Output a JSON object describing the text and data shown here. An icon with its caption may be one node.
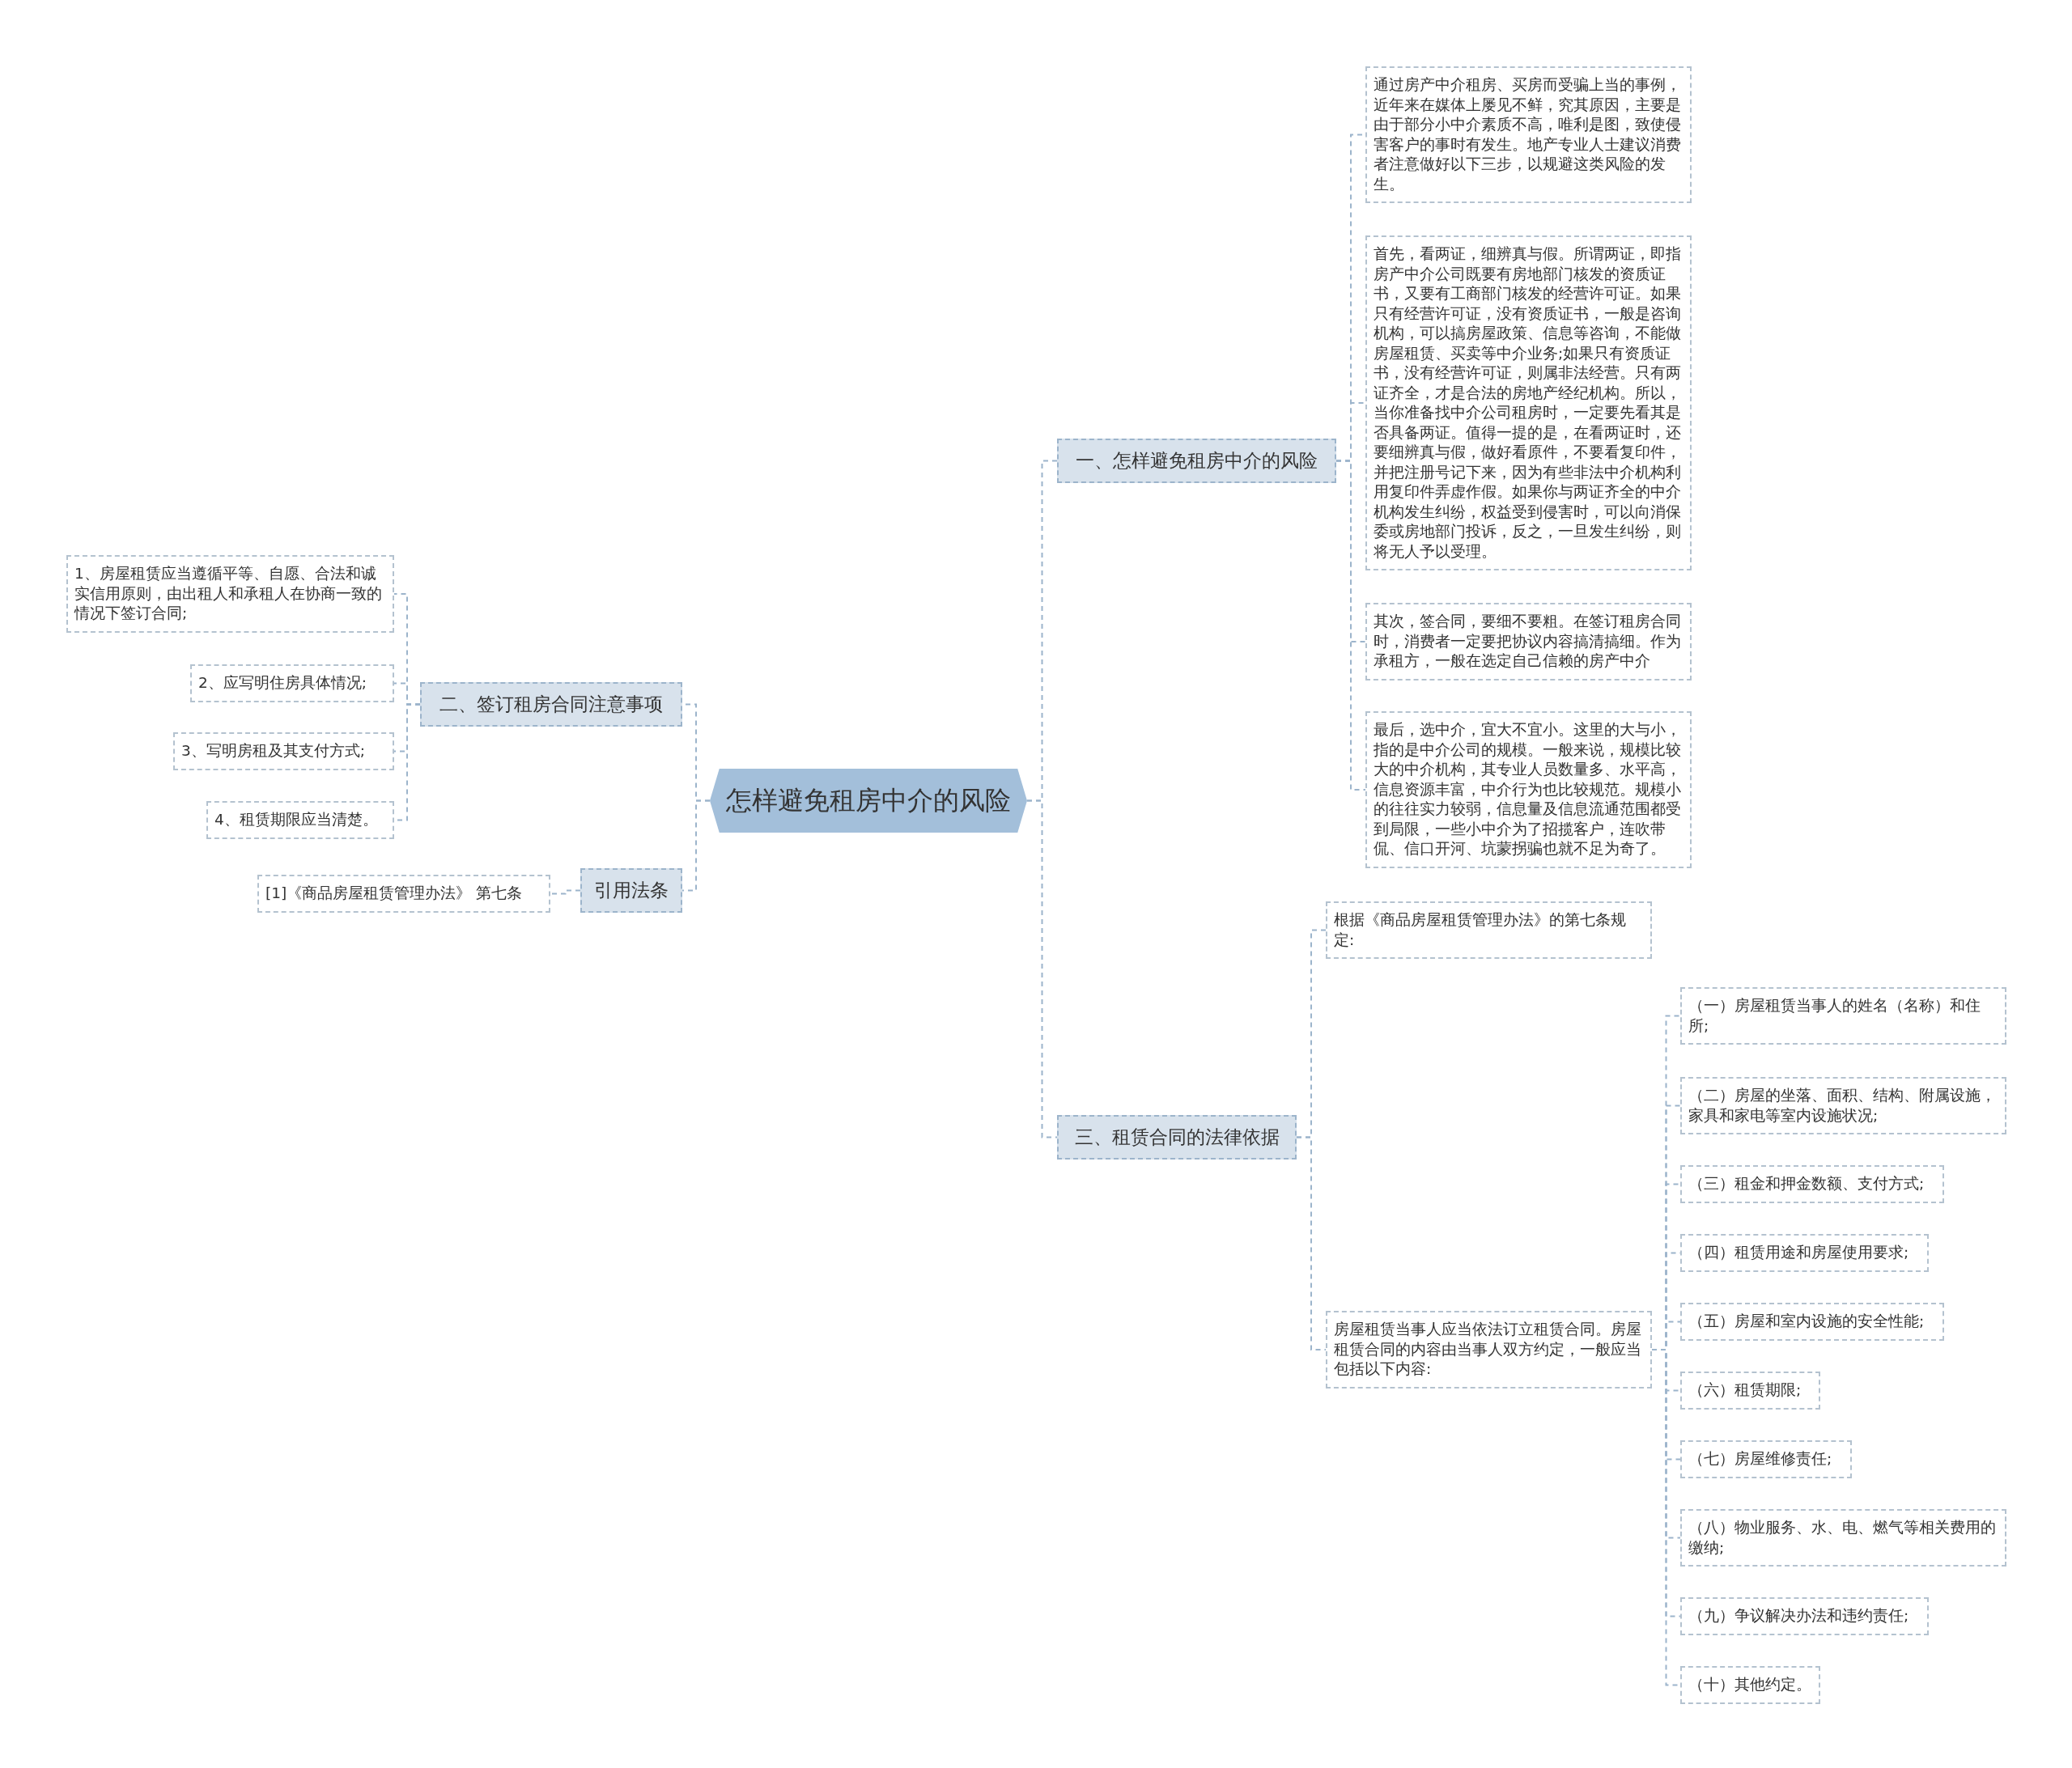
{
  "diagram": {
    "nodes": [
      {
        "text": [
          "怎样避免租房中介的风险"
        ]
      },
      {
        "text": [
          "一、怎样避免租房中介的风险"
        ]
      },
      {
        "text": [
          "通过房产中介租房、买房而受骗上当的事例，近年来在媒体上屡见不鲜，究其原因，主要是由于部分小中介素质不高，唯利是图，致使侵害客户的事时有发生。地产专业人士建议消费者注意做好以下三步，以规避这类风险的发生。"
        ]
      },
      {
        "text": [
          "首先，看两证，细辨真与假。所谓两证，即指房产中介公司既要有房地部门核发的资质证书，又要有工商部门核发的经营许可证。如果只有经营许可证，没有资质证书，一般是咨询机构，可以搞房屋政策、信息等咨询，不能做房屋租赁、买卖等中介业务;如果只有资质证书，没有经营许可证，则属非法经营。只有两证齐全，才是合法的房地产经纪机构。所以，当你准备找中介公司租房时，一定要先看其是否具备两证。值得一提的是，在看两证时，还要细辨真与假，做好看原件，不要看复印件，并把注册号记下来，因为有些非法中介机构利用复印件弄虚作假。如果你与两证齐全的中介机构发生纠纷，权益受到侵害时，可以向消保委或房地部门投诉，反之，一旦发生纠纷，则将无人予以受理。"
        ]
      },
      {
        "text": [
          "其次，签合同，要细不要粗。在签订租房合同时，消费者一定要把协议内容搞清搞细。作为承租方，一般在选定自己信赖的房产中介"
        ]
      },
      {
        "text": [
          "最后，选中介，宜大不宜小。这里的大与小，指的是中介公司的规模。一般来说，规模比较大的中介机构，其专业人员数量多、水平高，信息资源丰富，中介行为也比较规范。规模小的往往实力较弱，信息量及信息流通范围都受到局限，一些小中介为了招揽客户，连吹带侃、信口开河、坑蒙拐骗也就不足为奇了。"
        ]
      },
      {
        "text": [
          "二、签订租房合同注意事项"
        ]
      },
      {
        "text": [
          "1、房屋租赁应当遵循平等、自愿、合法和诚实信用原则，由出租人和承租人在协商一致的情况下签订合同;"
        ]
      },
      {
        "text": [
          "2、应写明住房具体情况;"
        ]
      },
      {
        "text": [
          "3、写明房租及其支付方式;"
        ]
      },
      {
        "text": [
          "4、租赁期限应当清楚。"
        ]
      },
      {
        "text": [
          "引用法条"
        ]
      },
      {
        "text": [
          "[1]《商品房屋租赁管理办法》 第七条"
        ]
      },
      {
        "text": [
          "三、租赁合同的法律依据"
        ]
      },
      {
        "text": [
          "根据《商品房屋租赁管理办法》的第七条规定:"
        ]
      },
      {
        "text": [
          "房屋租赁当事人应当依法订立租赁合同。房屋租赁合同的内容由当事人双方约定，一般应当包括以下内容:"
        ]
      },
      {
        "text": [
          "（一）房屋租赁当事人的姓名（名称）和住所;"
        ]
      },
      {
        "text": [
          "（二）房屋的坐落、面积、结构、附属设施，家具和家电等室内设施状况;"
        ]
      },
      {
        "text": [
          "（三）租金和押金数额、支付方式;"
        ]
      },
      {
        "text": [
          "（四）租赁用途和房屋使用要求;"
        ]
      },
      {
        "text": [
          "（五）房屋和室内设施的安全性能;"
        ]
      },
      {
        "text": [
          "（六）租赁期限;"
        ]
      },
      {
        "text": [
          "（七）房屋维修责任;"
        ]
      },
      {
        "text": [
          "（八）物业服务、水、电、燃气等相关费用的缴纳;"
        ]
      },
      {
        "text": [
          "（九）争议解决办法和违约责任;"
        ]
      },
      {
        "text": [
          "（十）其他约定。"
        ]
      }
    ],
    "edges": [
      {
        "from": 0,
        "to": 1,
        "arrow": "none"
      },
      {
        "from": 1,
        "to": 2,
        "arrow": "none"
      },
      {
        "from": 1,
        "to": 3,
        "arrow": "none"
      },
      {
        "from": 1,
        "to": 4,
        "arrow": "none"
      },
      {
        "from": 1,
        "to": 5,
        "arrow": "none"
      },
      {
        "from": 0,
        "to": 6,
        "arrow": "none"
      },
      {
        "from": 6,
        "to": 7,
        "arrow": "none"
      },
      {
        "from": 6,
        "to": 8,
        "arrow": "none"
      },
      {
        "from": 6,
        "to": 9,
        "arrow": "none"
      },
      {
        "from": 6,
        "to": 10,
        "arrow": "none"
      },
      {
        "from": 0,
        "to": 11,
        "arrow": "none"
      },
      {
        "from": 11,
        "to": 12,
        "arrow": "none"
      },
      {
        "from": 0,
        "to": 13,
        "arrow": "none"
      },
      {
        "from": 13,
        "to": 14,
        "arrow": "none"
      },
      {
        "from": 13,
        "to": 15,
        "arrow": "none"
      },
      {
        "from": 15,
        "to": 16,
        "arrow": "none"
      },
      {
        "from": 15,
        "to": 17,
        "arrow": "none"
      },
      {
        "from": 15,
        "to": 18,
        "arrow": "none"
      },
      {
        "from": 15,
        "to": 19,
        "arrow": "none"
      },
      {
        "from": 15,
        "to": 20,
        "arrow": "none"
      },
      {
        "from": 15,
        "to": 21,
        "arrow": "none"
      },
      {
        "from": 15,
        "to": 22,
        "arrow": "none"
      },
      {
        "from": 15,
        "to": 23,
        "arrow": "none"
      },
      {
        "from": 15,
        "to": 24,
        "arrow": "none"
      },
      {
        "from": 15,
        "to": 25,
        "arrow": "none"
      }
    ]
  }
}
